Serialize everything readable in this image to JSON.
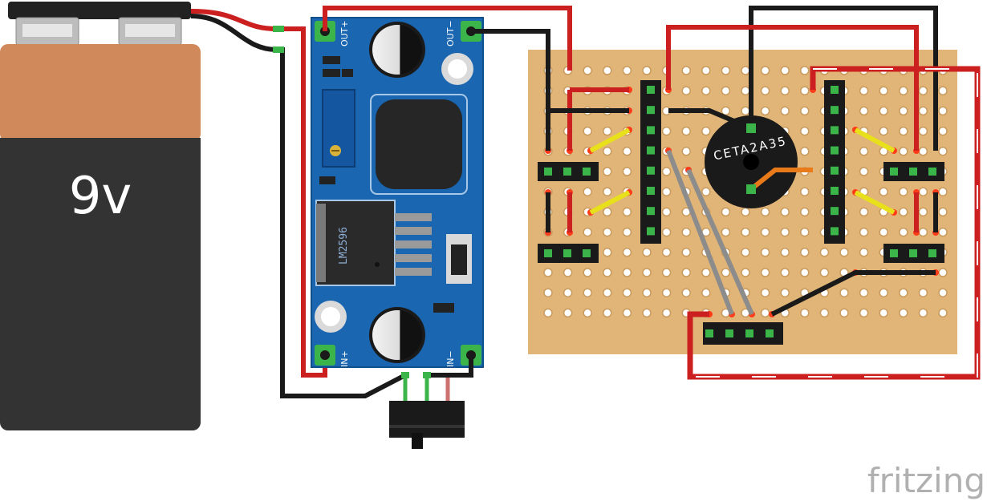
{
  "battery": {
    "label": "9v",
    "colors": {
      "top": "#d0895a",
      "body": "#333333",
      "cap": "#222222",
      "terminal": "#c9c9c9"
    }
  },
  "converter": {
    "chip_label": "LM2596",
    "out_plus_label": "OUT+",
    "out_minus_label": "OUT−",
    "in_plus_label": "IN+",
    "in_minus_label": "IN−",
    "colors": {
      "board": "#1a66b0",
      "board_edge": "#0f4f8c"
    }
  },
  "buzzer": {
    "label": "CETA2A35",
    "colors": {
      "body": "#1a1a1a"
    }
  },
  "stripboard": {
    "colors": {
      "board": "#e0b577",
      "hole": "#ffffff",
      "hole_ring": "#c99b5e"
    }
  },
  "wires": {
    "colors": {
      "red": "#cc1f1f",
      "black": "#1a1a1a",
      "yellow": "#e8e01a",
      "orange": "#e87a1a",
      "grey": "#8c8c8c",
      "green": "#3bb54a"
    }
  },
  "watermark": {
    "text": "fritzing"
  }
}
